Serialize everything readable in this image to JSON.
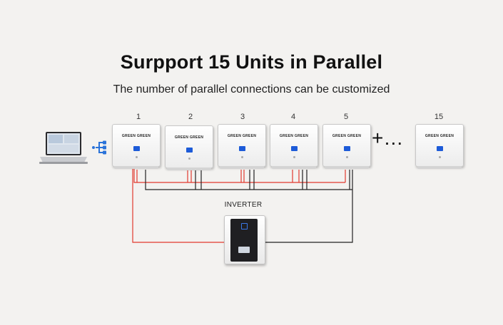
{
  "title": "Surpport 15 Units in Parallel",
  "subtitle": "The number of parallel connections can be customized",
  "units": [
    {
      "number": "1",
      "brand": "GREEN GREEN"
    },
    {
      "number": "2",
      "brand": "GREEN GREEN"
    },
    {
      "number": "3",
      "brand": "GREEN GREEN"
    },
    {
      "number": "4",
      "brand": "GREEN GREEN"
    },
    {
      "number": "5",
      "brand": "GREEN GREEN"
    },
    {
      "number": "15",
      "brand": "GREEN GREEN"
    }
  ],
  "ellipsis": "+…",
  "inverter_label": "INVERTER",
  "icons": {
    "laptop": "laptop-icon",
    "network": "network-hub-icon"
  },
  "colors": {
    "positive_wire": "#e23a2e",
    "negative_wire": "#222222",
    "screen": "#1d5bd8"
  }
}
